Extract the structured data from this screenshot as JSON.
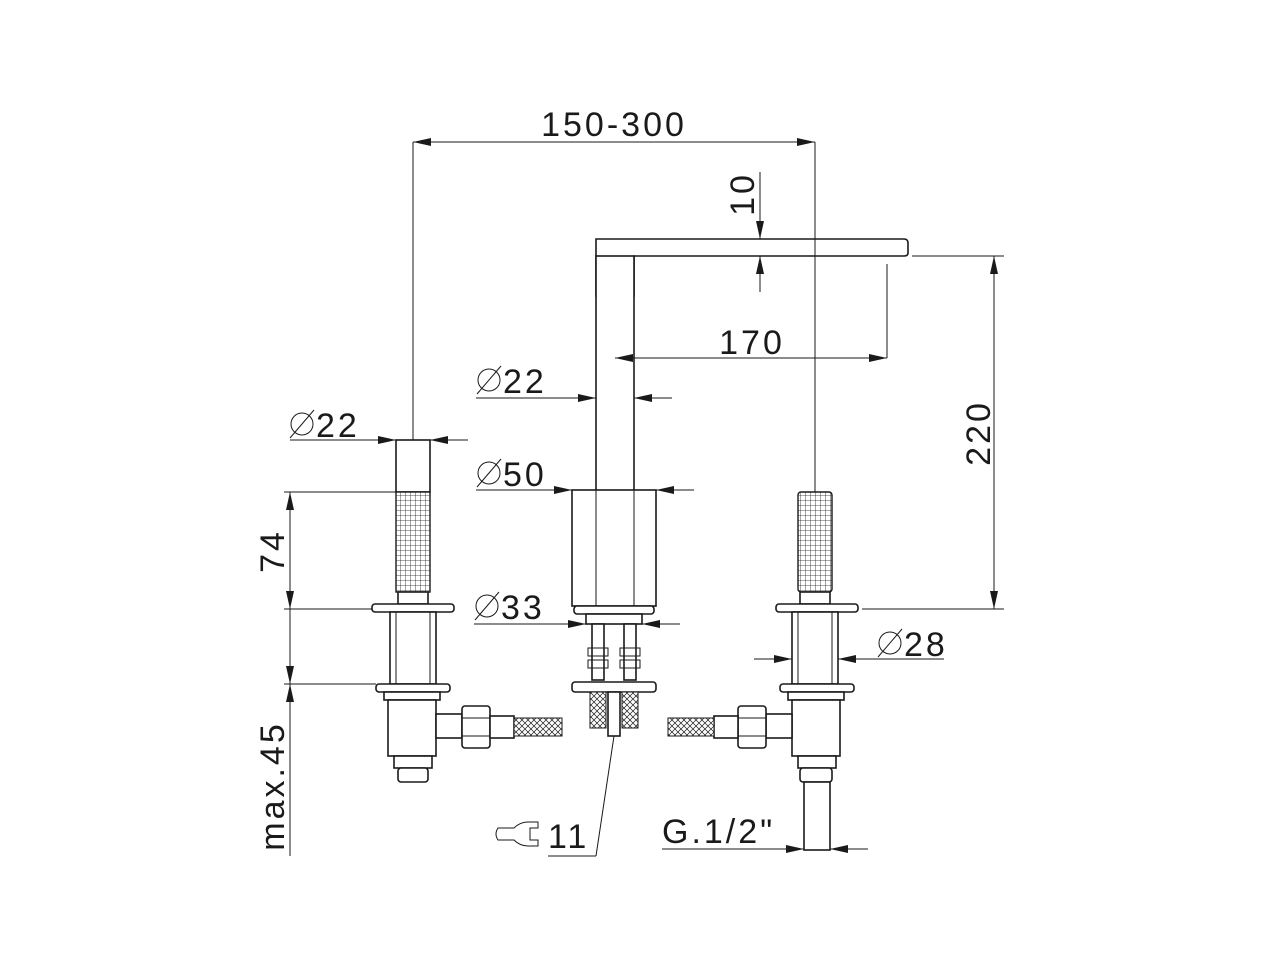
{
  "dimensions": {
    "spread": "150-300",
    "spout_thickness": "10",
    "spout_reach": "170",
    "total_height": "220",
    "spout_diameter": "22",
    "handle_diameter": "22",
    "base_diameter": "50",
    "spout_base_diameter": "33",
    "valve_body_diameter": "28",
    "handle_height": "74",
    "deck_thickness": "max.45",
    "nut_size": "11",
    "thread": "G.1/2\""
  },
  "symbols": {
    "diameter": "diameter-symbol",
    "wrench": "wrench-icon"
  },
  "colors": {
    "line": "#1a1a1a",
    "background": "#ffffff"
  }
}
